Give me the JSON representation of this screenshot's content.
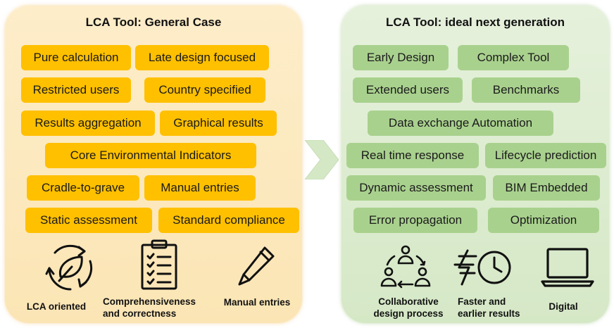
{
  "left": {
    "title": "LCA Tool: General Case",
    "tags": [
      "Pure calculation",
      "Late design focused",
      "Restricted users",
      "Country specified",
      "Results aggregation",
      "Graphical results",
      "Core Environmental Indicators",
      "Cradle-to-grave",
      "Manual entries",
      "Static assessment",
      "Standard compliance"
    ],
    "icons": [
      {
        "icon": "recycle-leaf-icon",
        "caption": "LCA oriented"
      },
      {
        "icon": "checklist-clipboard-icon",
        "caption_line1": "Comprehensiveness",
        "caption_line2": "and correctness"
      },
      {
        "icon": "pencil-icon",
        "caption": "Manual entries"
      }
    ]
  },
  "right": {
    "title": "LCA Tool: ideal next generation",
    "tags": [
      "Early Design",
      "Complex Tool",
      "Extended users",
      "Benchmarks",
      "Data exchange Automation",
      "Real time response",
      "Lifecycle prediction",
      "Dynamic assessment",
      "BIM Embedded",
      "Error propagation",
      "Optimization"
    ],
    "icons": [
      {
        "icon": "collaboration-cycle-icon",
        "caption_line1": "Collaborative",
        "caption_line2": "design process"
      },
      {
        "icon": "fast-clock-icon",
        "caption_line1": "Faster and",
        "caption_line2": "earlier results"
      },
      {
        "icon": "laptop-icon",
        "caption": "Digital"
      }
    ]
  },
  "colors": {
    "left_panel": "#fbe8bd",
    "left_tag": "#ffc000",
    "right_panel": "#dcecd0",
    "right_tag": "#a9d18e",
    "arrow": "#d5e8c6"
  }
}
